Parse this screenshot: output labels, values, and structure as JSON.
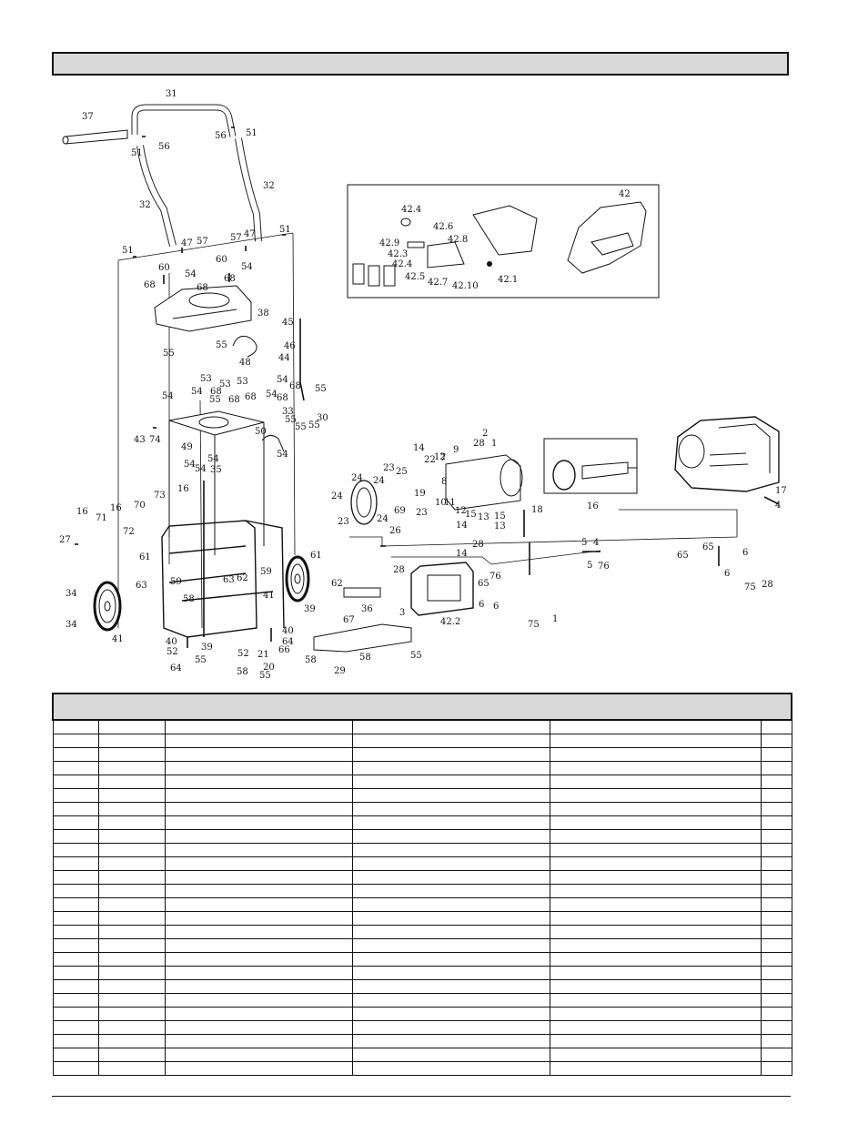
{
  "callouts": [
    {
      "id": "c37",
      "text": "37"
    },
    {
      "id": "c31",
      "text": "31"
    },
    {
      "id": "c51a",
      "text": "51"
    },
    {
      "id": "c56a",
      "text": "56"
    },
    {
      "id": "c56b",
      "text": "56"
    },
    {
      "id": "c51b",
      "text": "51"
    },
    {
      "id": "c32a",
      "text": "32"
    },
    {
      "id": "c32b",
      "text": "32"
    },
    {
      "id": "c47a",
      "text": "47"
    },
    {
      "id": "c57a",
      "text": "57"
    },
    {
      "id": "c57b",
      "text": "57"
    },
    {
      "id": "c47b",
      "text": "47"
    },
    {
      "id": "c51c",
      "text": "51"
    },
    {
      "id": "c51d",
      "text": "51"
    },
    {
      "id": "c60a",
      "text": "60"
    },
    {
      "id": "c60b",
      "text": "60"
    },
    {
      "id": "c68a",
      "text": "68"
    },
    {
      "id": "c54a",
      "text": "54"
    },
    {
      "id": "c68b",
      "text": "68"
    },
    {
      "id": "c68c",
      "text": "68"
    },
    {
      "id": "c54b",
      "text": "54"
    },
    {
      "id": "c38",
      "text": "38"
    },
    {
      "id": "c55a",
      "text": "55"
    },
    {
      "id": "c55b",
      "text": "55"
    },
    {
      "id": "c48",
      "text": "48"
    },
    {
      "id": "c45",
      "text": "45"
    },
    {
      "id": "c46",
      "text": "46"
    },
    {
      "id": "c44",
      "text": "44"
    },
    {
      "id": "c53a",
      "text": "53"
    },
    {
      "id": "c53b",
      "text": "53"
    },
    {
      "id": "c53c",
      "text": "53"
    },
    {
      "id": "c54c",
      "text": "54"
    },
    {
      "id": "c54d",
      "text": "54"
    },
    {
      "id": "c68d",
      "text": "68"
    },
    {
      "id": "c68e",
      "text": "68"
    },
    {
      "id": "c68f",
      "text": "68"
    },
    {
      "id": "c55c",
      "text": "55"
    },
    {
      "id": "c54e",
      "text": "54"
    },
    {
      "id": "c54f",
      "text": "54"
    },
    {
      "id": "c68g",
      "text": "68"
    },
    {
      "id": "c68h",
      "text": "68"
    },
    {
      "id": "c55d",
      "text": "55"
    },
    {
      "id": "c33",
      "text": "33"
    },
    {
      "id": "c55e",
      "text": "55"
    },
    {
      "id": "c55f",
      "text": "55"
    },
    {
      "id": "c55g",
      "text": "55"
    },
    {
      "id": "c30",
      "text": "30"
    },
    {
      "id": "c50",
      "text": "50"
    },
    {
      "id": "c43",
      "text": "43"
    },
    {
      "id": "c74",
      "text": "74"
    },
    {
      "id": "c49",
      "text": "49"
    },
    {
      "id": "c54g",
      "text": "54"
    },
    {
      "id": "c54h",
      "text": "54"
    },
    {
      "id": "c54i",
      "text": "54"
    },
    {
      "id": "c54j",
      "text": "54"
    },
    {
      "id": "c35",
      "text": "35"
    },
    {
      "id": "c16a",
      "text": "16"
    },
    {
      "id": "c16b",
      "text": "16"
    },
    {
      "id": "c16c",
      "text": "16"
    },
    {
      "id": "c73",
      "text": "73"
    },
    {
      "id": "c71",
      "text": "71"
    },
    {
      "id": "c70",
      "text": "70"
    },
    {
      "id": "c72",
      "text": "72"
    },
    {
      "id": "c27",
      "text": "27"
    },
    {
      "id": "c61a",
      "text": "61"
    },
    {
      "id": "c61b",
      "text": "61"
    },
    {
      "id": "c34a",
      "text": "34"
    },
    {
      "id": "c34b",
      "text": "34"
    },
    {
      "id": "c62a",
      "text": "62"
    },
    {
      "id": "c63a",
      "text": "63"
    },
    {
      "id": "c59a",
      "text": "59"
    },
    {
      "id": "c58a",
      "text": "58"
    },
    {
      "id": "c63b",
      "text": "63"
    },
    {
      "id": "c62b",
      "text": "62"
    },
    {
      "id": "c59b",
      "text": "59"
    },
    {
      "id": "c41a",
      "text": "41"
    },
    {
      "id": "c41b",
      "text": "41"
    },
    {
      "id": "c39a",
      "text": "39"
    },
    {
      "id": "c40a",
      "text": "40"
    },
    {
      "id": "c52a",
      "text": "52"
    },
    {
      "id": "c64a",
      "text": "64"
    },
    {
      "id": "c55h",
      "text": "55"
    },
    {
      "id": "c39b",
      "text": "39"
    },
    {
      "id": "c40b",
      "text": "40"
    },
    {
      "id": "c64b",
      "text": "64"
    },
    {
      "id": "c66",
      "text": "66"
    },
    {
      "id": "c52b",
      "text": "52"
    },
    {
      "id": "c21",
      "text": "21"
    },
    {
      "id": "c20",
      "text": "20"
    },
    {
      "id": "c58b",
      "text": "58"
    },
    {
      "id": "c55i",
      "text": "55"
    },
    {
      "id": "c58c",
      "text": "58"
    },
    {
      "id": "c29",
      "text": "29"
    },
    {
      "id": "c58d",
      "text": "58"
    },
    {
      "id": "c55j",
      "text": "55"
    },
    {
      "id": "c67",
      "text": "67"
    },
    {
      "id": "c36",
      "text": "36"
    },
    {
      "id": "c24a",
      "text": "24"
    },
    {
      "id": "c24b",
      "text": "24"
    },
    {
      "id": "c23a",
      "text": "23"
    },
    {
      "id": "c24c",
      "text": "24"
    },
    {
      "id": "c23b",
      "text": "23"
    },
    {
      "id": "c24d",
      "text": "24"
    },
    {
      "id": "c69",
      "text": "69"
    },
    {
      "id": "c26",
      "text": "26"
    },
    {
      "id": "c23c",
      "text": "23"
    },
    {
      "id": "c25",
      "text": "25"
    },
    {
      "id": "c19",
      "text": "19"
    },
    {
      "id": "c14a",
      "text": "14"
    },
    {
      "id": "c22",
      "text": "22"
    },
    {
      "id": "c12a",
      "text": "12"
    },
    {
      "id": "c9",
      "text": "9"
    },
    {
      "id": "c8",
      "text": "8"
    },
    {
      "id": "c10",
      "text": "10"
    },
    {
      "id": "c11",
      "text": "11"
    },
    {
      "id": "c12b",
      "text": "12"
    },
    {
      "id": "c15a",
      "text": "15"
    },
    {
      "id": "c13a",
      "text": "13"
    },
    {
      "id": "c28a",
      "text": "28"
    },
    {
      "id": "c14b",
      "text": "14"
    },
    {
      "id": "c2",
      "text": "2"
    },
    {
      "id": "c28b",
      "text": "28"
    },
    {
      "id": "c14c",
      "text": "14"
    },
    {
      "id": "c13b",
      "text": "13"
    },
    {
      "id": "c15b",
      "text": "15"
    },
    {
      "id": "c1",
      "text": "1"
    },
    {
      "id": "c7",
      "text": "7"
    },
    {
      "id": "c18",
      "text": "18"
    },
    {
      "id": "c16d",
      "text": "16"
    },
    {
      "id": "c17",
      "text": "17"
    },
    {
      "id": "c4a",
      "text": "4"
    },
    {
      "id": "c5a",
      "text": "5"
    },
    {
      "id": "c4b",
      "text": "4"
    },
    {
      "id": "c5b",
      "text": "5"
    },
    {
      "id": "c76a",
      "text": "76"
    },
    {
      "id": "c65a",
      "text": "65"
    },
    {
      "id": "c65b",
      "text": "65"
    },
    {
      "id": "c6a",
      "text": "6"
    },
    {
      "id": "c6b",
      "text": "6"
    },
    {
      "id": "c75a",
      "text": "75"
    },
    {
      "id": "c28c",
      "text": "28"
    },
    {
      "id": "c28d",
      "text": "28"
    },
    {
      "id": "c3",
      "text": "3"
    },
    {
      "id": "c65c",
      "text": "65"
    },
    {
      "id": "c76b",
      "text": "76"
    },
    {
      "id": "c6c",
      "text": "6"
    },
    {
      "id": "c6d",
      "text": "6"
    },
    {
      "id": "c75b",
      "text": "75"
    },
    {
      "id": "c1b",
      "text": "1"
    },
    {
      "id": "c42_2",
      "text": "42.2"
    },
    {
      "id": "c42_4a",
      "text": "42.4"
    },
    {
      "id": "c42_6",
      "text": "42.6"
    },
    {
      "id": "c42_8",
      "text": "42.8"
    },
    {
      "id": "c42_9",
      "text": "42.9"
    },
    {
      "id": "c42_3",
      "text": "42.3"
    },
    {
      "id": "c42_4b",
      "text": "42.4"
    },
    {
      "id": "c42_5",
      "text": "42.5"
    },
    {
      "id": "c42_7",
      "text": "42.7"
    },
    {
      "id": "c42_10",
      "text": "42.10"
    },
    {
      "id": "c42_1",
      "text": "42.1"
    },
    {
      "id": "c42",
      "text": "42"
    }
  ],
  "table": {
    "row_count": 26,
    "column_count": 6
  }
}
